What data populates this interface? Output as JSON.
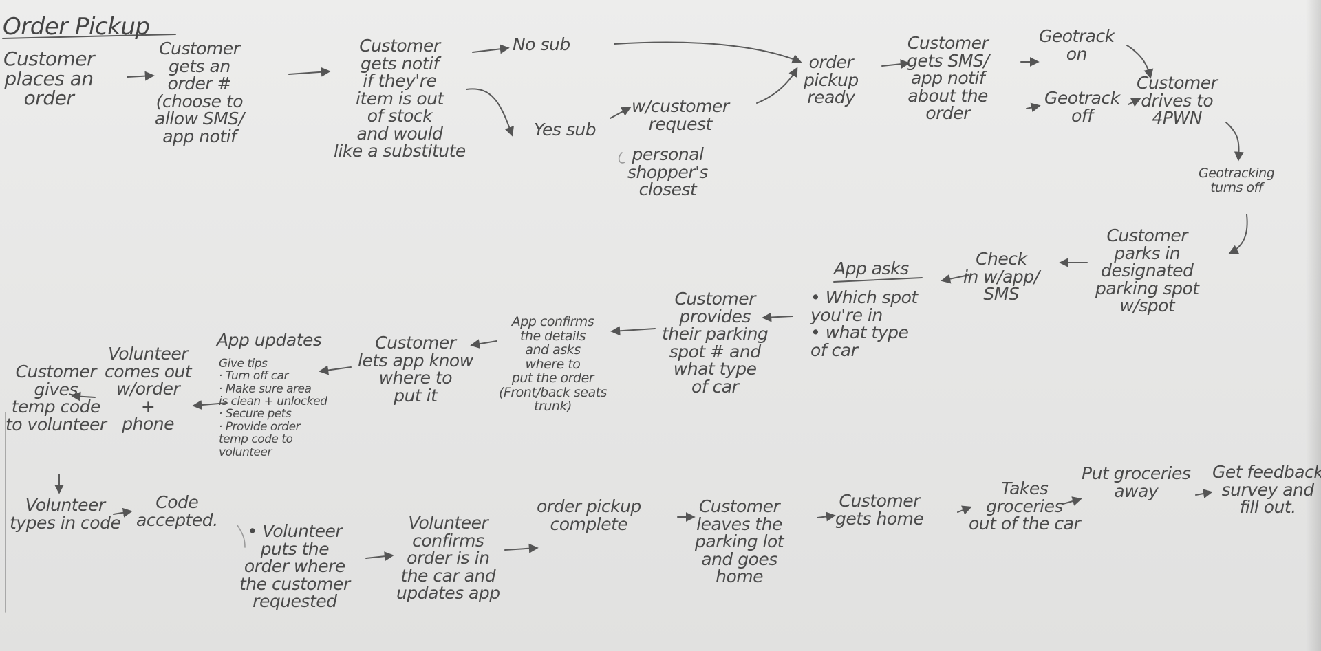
{
  "title": "Order Pickup",
  "nodes": {
    "customer_places_order": "Customer\nplaces an\norder",
    "gets_order_number": "Customer\ngets an\norder #\n(choose to\nallow SMS/\napp notif",
    "gets_notif_out_of_stock": "Customer\ngets notif\nif they're\nitem is out\nof stock\nand would\nlike a substitute",
    "no_sub": "No sub",
    "yes_sub": "Yes sub",
    "customer_request": "w/customer\nrequest",
    "personal_shopper": "personal\nshopper's\nclosest",
    "order_pickup_ready": "order\npickup\nready",
    "gets_sms_notif": "Customer\ngets SMS/\napp notif\nabout the\norder",
    "geotrack_on": "Geotrack\non",
    "geotrack_off": "Geotrack\noff",
    "drives_to_4pwn": "Customer\ndrives to\n4PWN",
    "geotracking_turns_off": "Geotracking\nturns off",
    "parks_designated_spot": "Customer\nparks in\ndesignated\nparking spot\nw/spot",
    "check_in": "Check\nin w/app/\nSMS",
    "app_asks": "App asks",
    "app_asks_details": "• Which spot\nyou're in\n• what type\nof car",
    "provides_parking_spot": "Customer\nprovides\ntheir parking\nspot # and\nwhat type\nof car",
    "app_confirms": "App confirms\nthe details\nand asks\nwhere to\nput the order\n(Front/back seats\ntrunk)",
    "lets_app_know": "Customer\nlets app know\nwhere to\nput it",
    "app_updates": "App updates",
    "app_updates_tips": "Give tips\n· Turn off car\n· Make sure area\nis clean + unlocked\n· Secure pets\n· Provide order\ntemp code to\nvolunteer",
    "volunteer_comes_out": "Volunteer\ncomes out\nw/order\n+\nphone",
    "gives_temp_code": "Customer\ngives\ntemp code\nto volunteer",
    "volunteer_types_code": "Volunteer\ntypes in code",
    "code_accepted": "Code\naccepted.",
    "volunteer_puts_order": "• Volunteer\nputs the\norder where\nthe customer\nrequested",
    "volunteer_confirms": "Volunteer\nconfirms\norder is in\nthe car and\nupdates app",
    "order_pickup_complete": "order pickup\ncomplete",
    "leaves_parking_lot": "Customer\nleaves the\nparking lot\nand goes\nhome",
    "gets_home": "Customer\ngets home",
    "takes_groceries": "Takes\ngroceries\nout of the car",
    "put_groceries_away": "Put groceries\naway",
    "feedback_survey": "Get feedback\nsurvey and\nfill out."
  },
  "colors": {
    "paper": "#e9e9e8",
    "ink": "#4a4a4a",
    "arrow": "#555555"
  }
}
